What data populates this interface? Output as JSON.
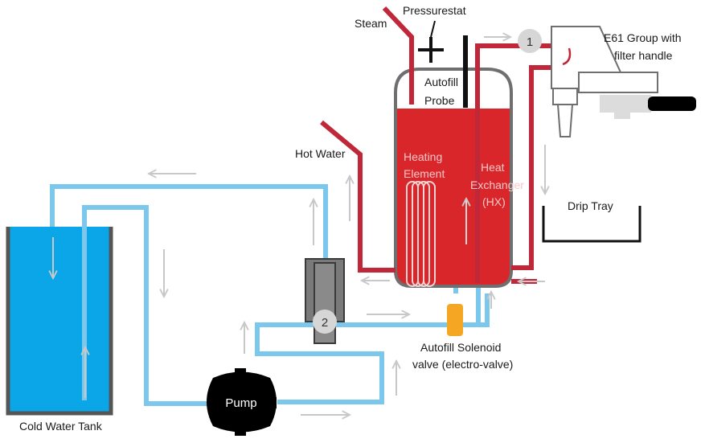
{
  "labels": {
    "pressurestat": "Pressurestat",
    "steam": "Steam",
    "autofill_probe_1": "Autofill",
    "autofill_probe_2": "Probe",
    "e61_1": "E61 Group with",
    "e61_2": "filter handle",
    "hot_water": "Hot Water",
    "heating_element_1": "Heating",
    "heating_element_2": "Element",
    "hx_1": "Heat",
    "hx_2": "Exchanger",
    "hx_3": "(HX)",
    "drip_tray": "Drip Tray",
    "autofill_solenoid_1": "Autofill Solenoid",
    "autofill_solenoid_2": "valve (electro-valve)",
    "pump": "Pump",
    "cold_water_tank": "Cold Water Tank",
    "badge_1": "1",
    "badge_2": "2"
  },
  "colors": {
    "hot_pipe": "#c0283a",
    "cold_pipe": "#7cc8ec",
    "boiler_water": "#d9262b",
    "tank_water": "#0aa6e8",
    "arrow": "#c8c8c8",
    "solenoid": "#f5a623",
    "body_gray": "#6f6f6f"
  }
}
